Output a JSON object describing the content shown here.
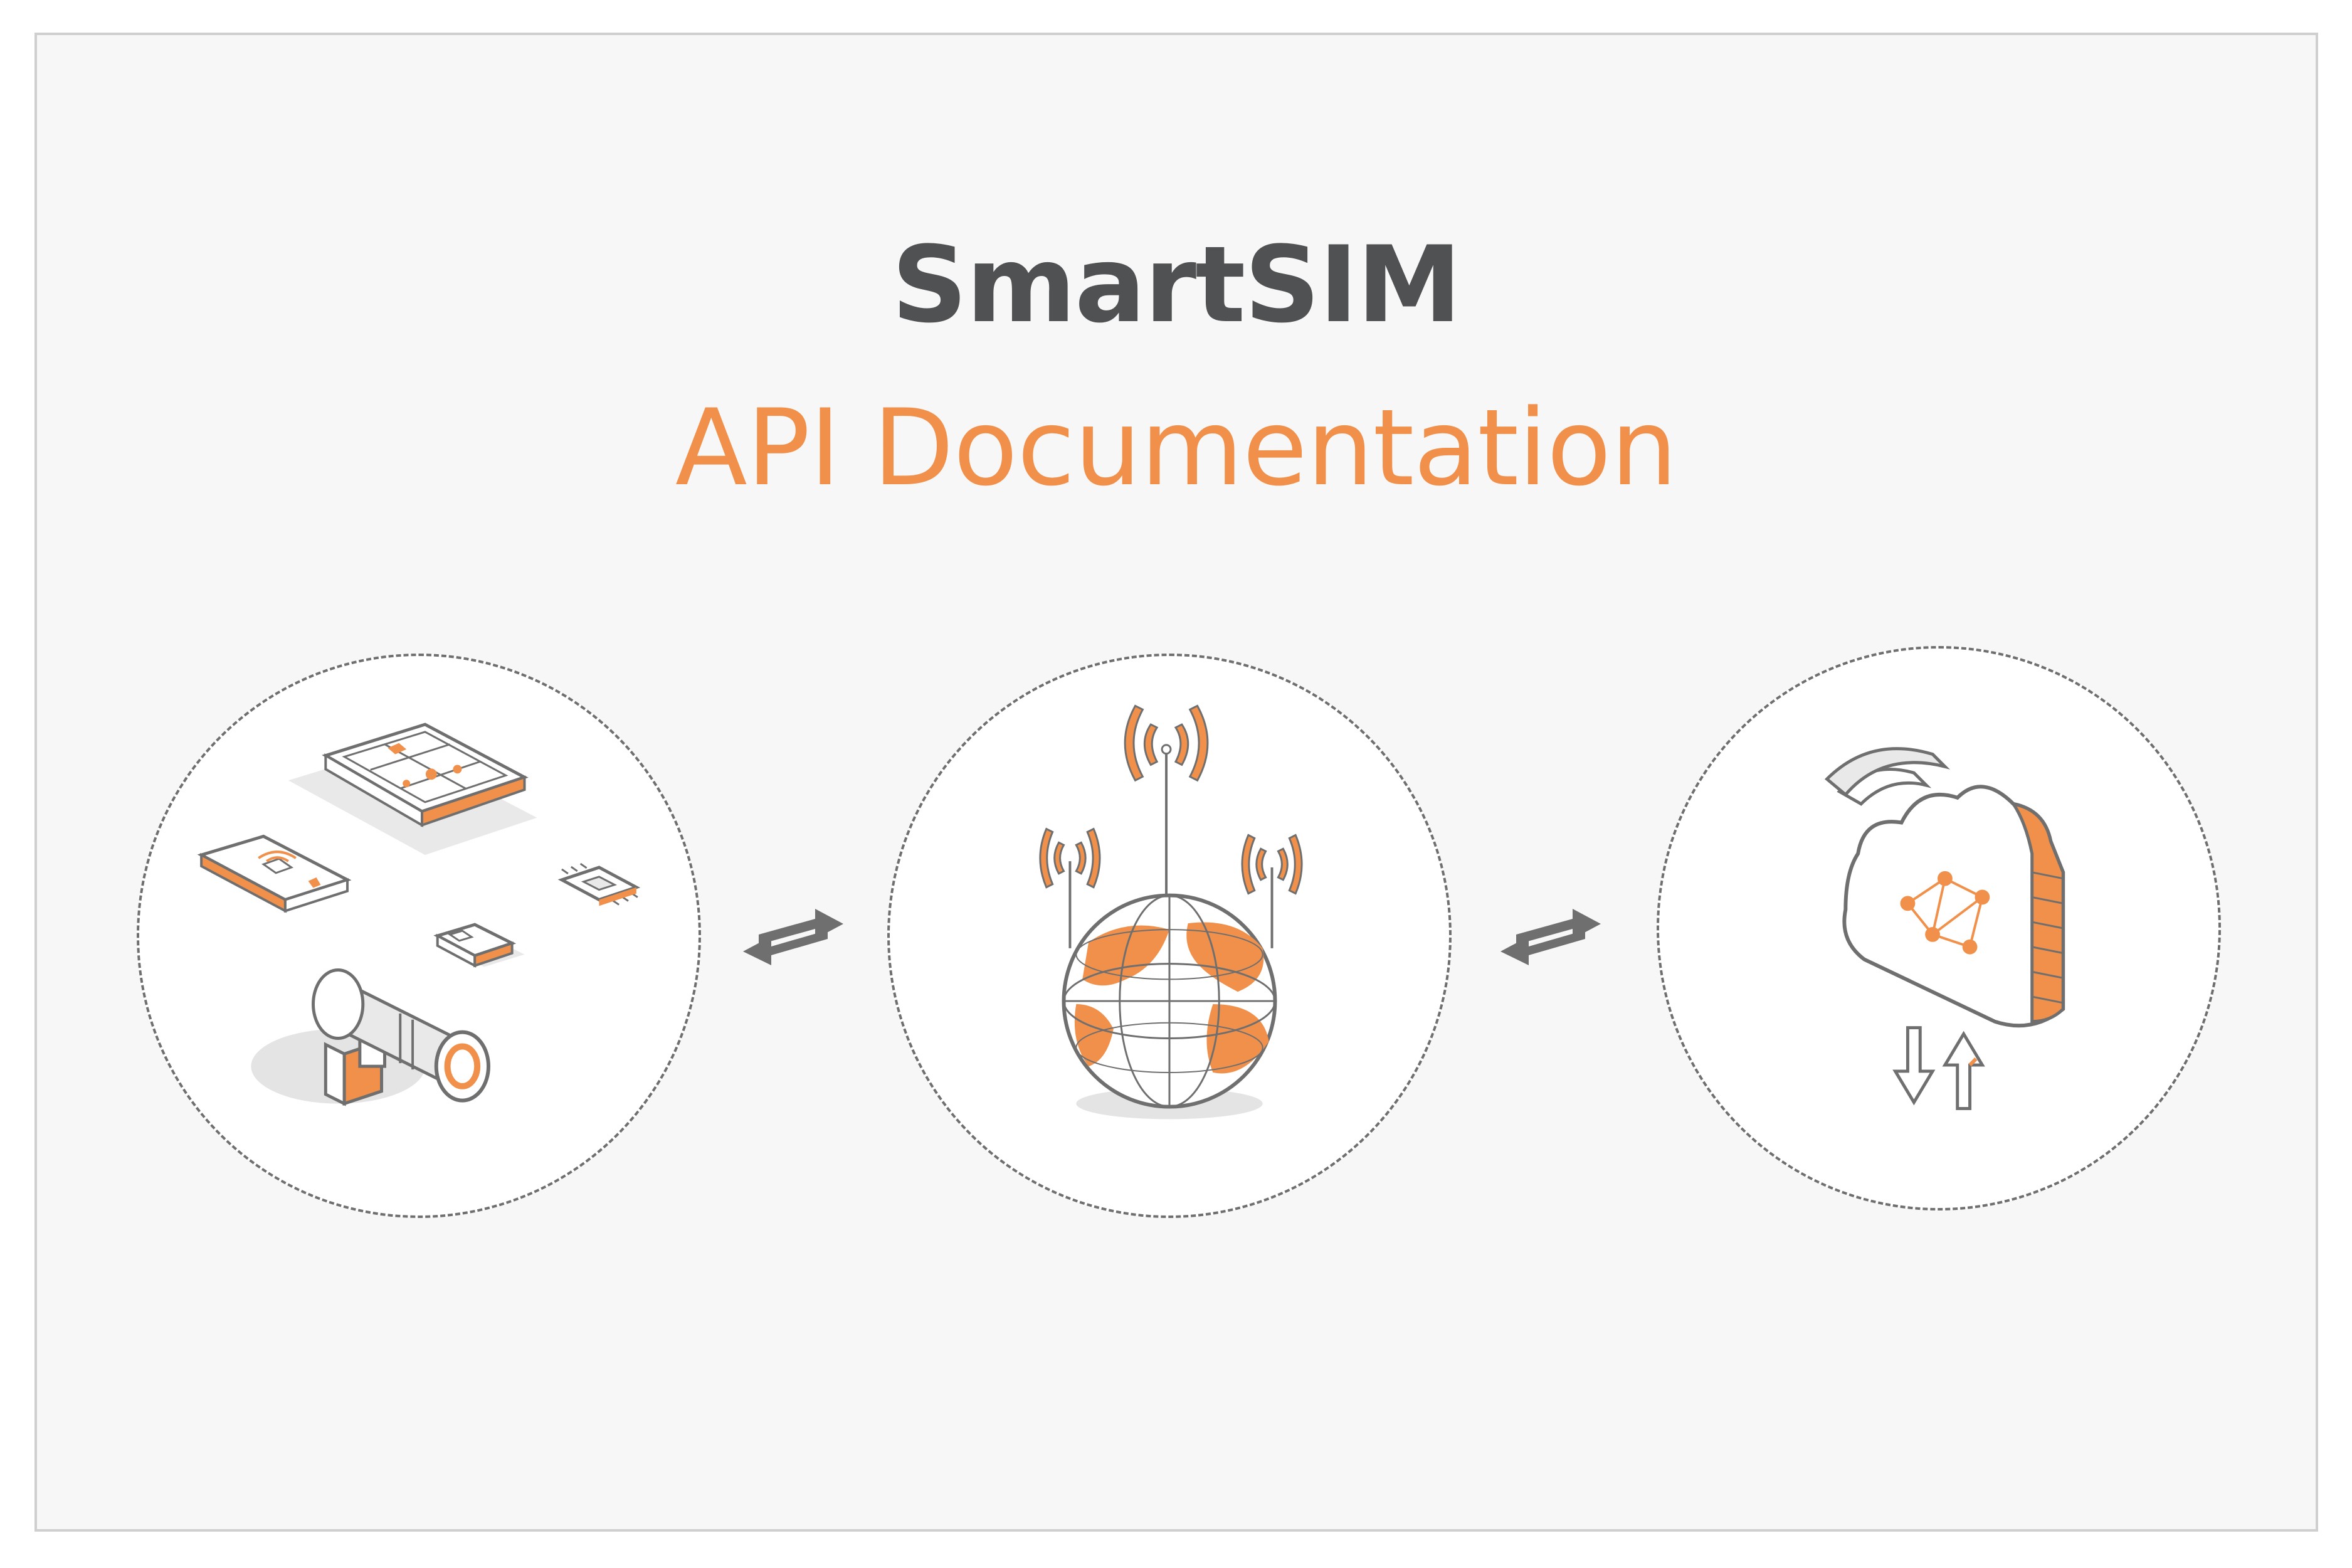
{
  "header": {
    "title": "SmartSIM",
    "subtitle": "API Documentation"
  },
  "colors": {
    "accent": "#f0904a",
    "title": "#505152",
    "background": "#f7f7f7",
    "outline": "#6f6f6f"
  },
  "illustrations": [
    {
      "name": "iot-devices-illustration",
      "icons": [
        "tablet-icon",
        "smartphone-icon",
        "chip-icon",
        "usb-modem-icon",
        "camera-icon"
      ]
    },
    {
      "name": "global-network-illustration",
      "icons": [
        "globe-icon",
        "antenna-icon"
      ]
    },
    {
      "name": "cloud-illustration",
      "icons": [
        "cloud-icon",
        "network-graph-icon",
        "transfer-arrows-icon"
      ]
    }
  ],
  "connectors": [
    "bidirectional-arrow-icon",
    "bidirectional-arrow-icon"
  ]
}
